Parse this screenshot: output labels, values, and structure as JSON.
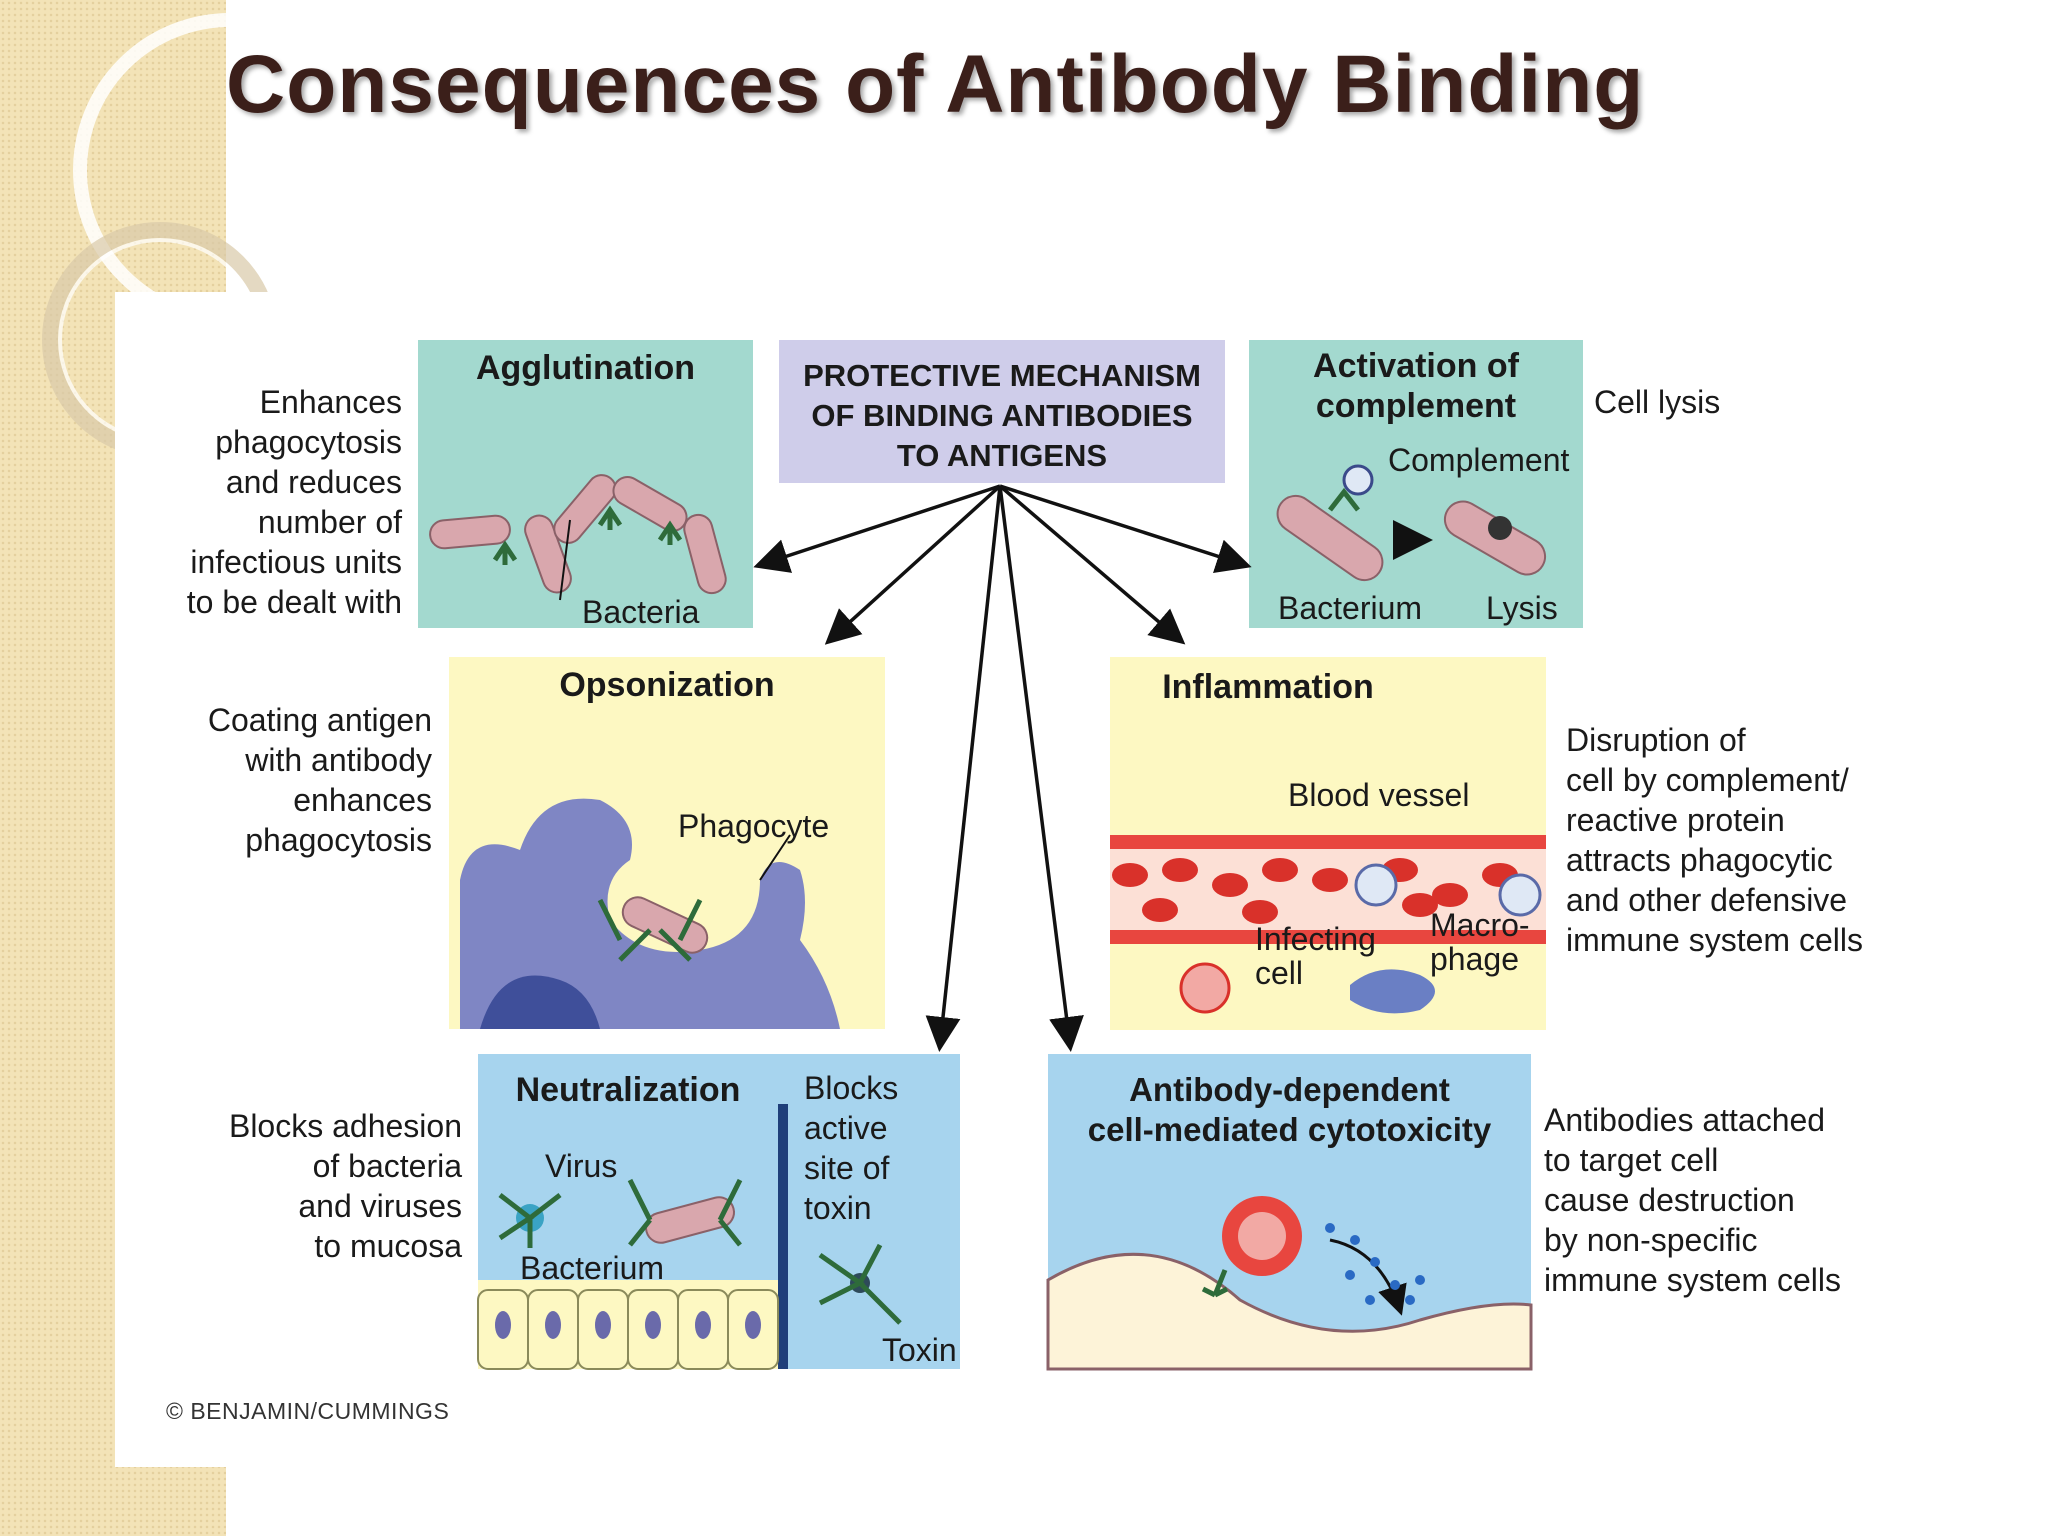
{
  "slide": {
    "title": "Consequences of Antibody Binding",
    "credit": "© BENJAMIN/CUMMINGS"
  },
  "diagram": {
    "center": "PROTECTIVE MECHANISM\nOF BINDING ANTIBODIES\nTO ANTIGENS",
    "agglutination": {
      "title": "Agglutination",
      "desc": "Enhances\nphagocytosis\nand reduces\nnumber of\ninfectious units\nto be dealt with",
      "label_bacteria": "Bacteria"
    },
    "complement": {
      "title": "Activation of\ncomplement",
      "desc": "Cell lysis",
      "label_complement": "Complement",
      "label_bacterium": "Bacterium",
      "label_lysis": "Lysis"
    },
    "opsonization": {
      "title": "Opsonization",
      "desc": "Coating antigen\nwith antibody\nenhances\nphagocytosis",
      "label_phagocyte": "Phagocyte"
    },
    "inflammation": {
      "title": "Inflammation",
      "desc": "Disruption of\ncell by complement/\nreactive protein\nattracts phagocytic\nand other defensive\nimmune system cells",
      "label_vessel": "Blood vessel",
      "label_infecting": "Infecting\ncell",
      "label_macrophage": "Macro-\nphage"
    },
    "neutralization": {
      "title": "Neutralization",
      "desc": "Blocks adhesion\nof bacteria\nand viruses\nto mucosa",
      "label_virus": "Virus",
      "label_bacterium": "Bacterium",
      "label_blocks": "Blocks\nactive\nsite of\ntoxin",
      "label_toxin": "Toxin"
    },
    "adcc": {
      "title": "Antibody-dependent\ncell-mediated cytotoxicity",
      "desc": "Antibodies attached\nto target cell\ncause destruction\nby non-specific\nimmune system cells"
    }
  },
  "colors": {
    "teal_panel": "#a3d9cf",
    "yellow_panel": "#fdf8c2",
    "blue_panel": "#a7d4ee",
    "center_box": "#cfcdea",
    "bacteria": "#d9a7ad",
    "antibody": "#2e6b3a",
    "phagocyte": "#7f86c4"
  }
}
